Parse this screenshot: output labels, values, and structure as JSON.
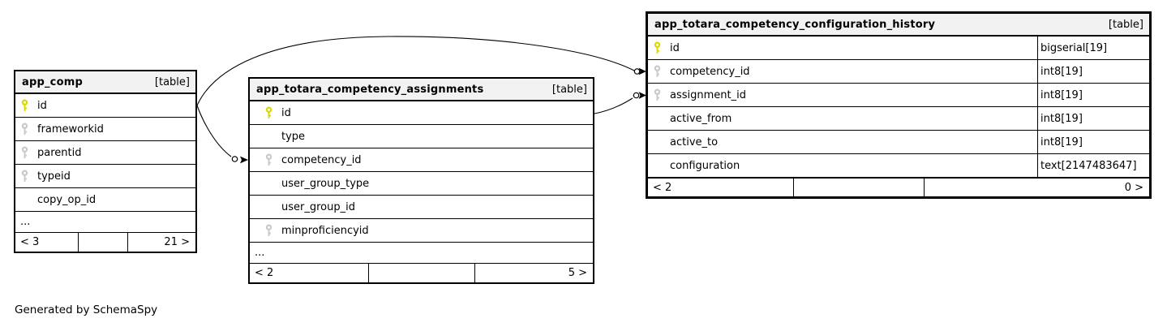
{
  "note": "Generated by SchemaSpy",
  "colors": {
    "primary_key": "#d9d900",
    "foreign_key": "#c9c9c9",
    "header_bg": "#f2f2f2",
    "border": "#000000",
    "background": "#ffffff"
  },
  "tables": [
    {
      "name": "app_comp",
      "badge": "[table]",
      "columns": [
        {
          "label": "id",
          "key": "pk"
        },
        {
          "label": "frameworkid",
          "key": "fk"
        },
        {
          "label": "parentid",
          "key": "fk"
        },
        {
          "label": "typeid",
          "key": "fk"
        },
        {
          "label": "copy_op_id",
          "key": "none"
        }
      ],
      "ellipsis": "...",
      "pager": {
        "left": "< 3",
        "middle": "",
        "right": "21 >"
      }
    },
    {
      "name": "app_totara_competency_assignments",
      "badge": "[table]",
      "columns": [
        {
          "label": "id",
          "key": "pk"
        },
        {
          "label": "type",
          "key": "none"
        },
        {
          "label": "competency_id",
          "key": "fk"
        },
        {
          "label": "user_group_type",
          "key": "none"
        },
        {
          "label": "user_group_id",
          "key": "none"
        },
        {
          "label": "minproficiencyid",
          "key": "fk"
        }
      ],
      "ellipsis": "...",
      "pager": {
        "left": "< 2",
        "middle": "",
        "right": "5 >"
      }
    },
    {
      "name": "app_totara_competency_configuration_history",
      "badge": "[table]",
      "columns": [
        {
          "label": "id",
          "key": "pk",
          "type": "bigserial[19]"
        },
        {
          "label": "competency_id",
          "key": "fk",
          "type": "int8[19]"
        },
        {
          "label": "assignment_id",
          "key": "fk",
          "type": "int8[19]"
        },
        {
          "label": "active_from",
          "key": "none",
          "type": "int8[19]"
        },
        {
          "label": "active_to",
          "key": "none",
          "type": "int8[19]"
        },
        {
          "label": "configuration",
          "key": "none",
          "type": "text[2147483647]"
        }
      ],
      "pager": {
        "left": "< 2",
        "middle": "",
        "right": "0 >"
      }
    }
  ],
  "relationships": [
    {
      "from": "app_totara_competency_configuration_history.competency_id",
      "to": "app_comp.id"
    },
    {
      "from": "app_totara_competency_assignments.competency_id",
      "to": "app_comp.id"
    },
    {
      "from": "app_totara_competency_configuration_history.assignment_id",
      "to": "app_totara_competency_assignments.id"
    }
  ]
}
